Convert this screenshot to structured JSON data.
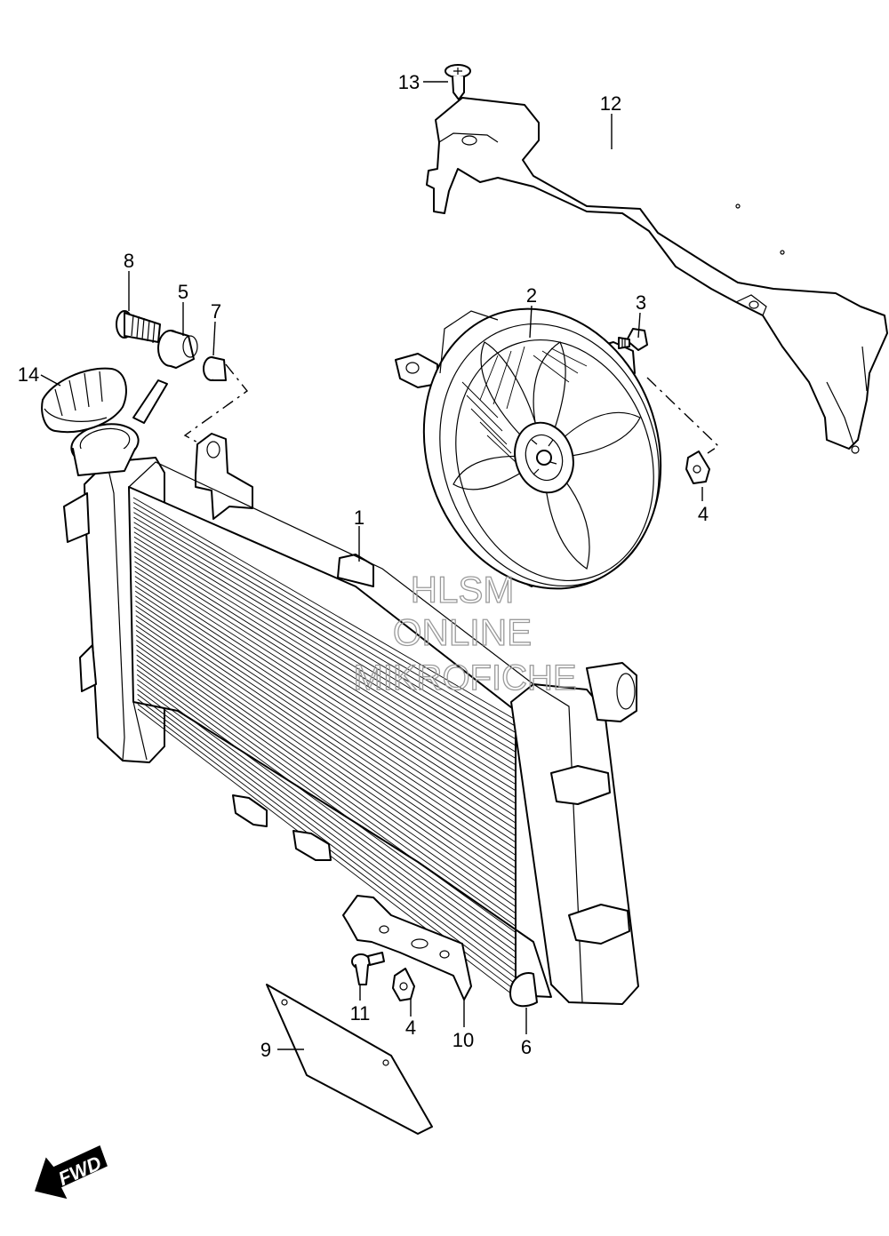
{
  "diagram": {
    "callouts": [
      {
        "id": "callout-1",
        "label": "1"
      },
      {
        "id": "callout-2",
        "label": "2"
      },
      {
        "id": "callout-3",
        "label": "3"
      },
      {
        "id": "callout-4a",
        "label": "4"
      },
      {
        "id": "callout-4b",
        "label": "4"
      },
      {
        "id": "callout-5",
        "label": "5"
      },
      {
        "id": "callout-6",
        "label": "6"
      },
      {
        "id": "callout-7",
        "label": "7"
      },
      {
        "id": "callout-8",
        "label": "8"
      },
      {
        "id": "callout-9",
        "label": "9"
      },
      {
        "id": "callout-10",
        "label": "10"
      },
      {
        "id": "callout-11",
        "label": "11"
      },
      {
        "id": "callout-12",
        "label": "12"
      },
      {
        "id": "callout-13",
        "label": "13"
      },
      {
        "id": "callout-14",
        "label": "14"
      }
    ],
    "watermark": {
      "line1": "HLSM",
      "line2": "ONLINE",
      "line3": "MIKROFICHE",
      "color": "#9a9a9a"
    },
    "direction_marker": {
      "label": "FWD"
    }
  }
}
